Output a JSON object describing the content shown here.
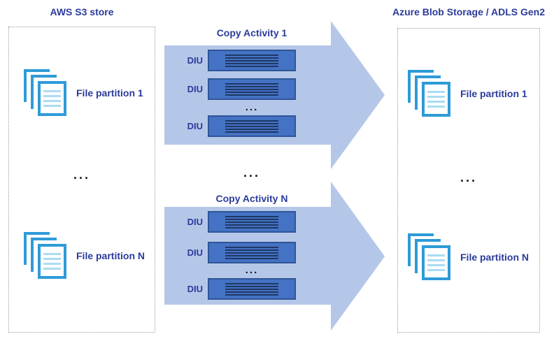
{
  "source_store": {
    "title": "AWS S3 store",
    "partitions": [
      "File partition 1",
      "File partition N"
    ],
    "ellipsis": "..."
  },
  "destination_store": {
    "title": "Azure Blob Storage / ADLS Gen2",
    "partitions": [
      "File partition 1",
      "File partition N"
    ],
    "ellipsis": "..."
  },
  "copy_activities": {
    "ellipsis": "...",
    "items": [
      {
        "title": "Copy Activity 1",
        "diu_labels": [
          "DIU",
          "DIU",
          "DIU"
        ],
        "ellipsis": "..."
      },
      {
        "title": "Copy Activity N",
        "diu_labels": [
          "DIU",
          "DIU",
          "DIU"
        ],
        "ellipsis": "..."
      }
    ]
  },
  "icons": {
    "file_stack": "file-stack-icon (stack of document pages with text lines)",
    "arrow": "right-block-arrow"
  },
  "colors": {
    "arrow_fill": "#b5c7e8",
    "diu_box_fill": "#4472c4",
    "diu_box_border": "#2f5597",
    "diu_line": "#1f3864",
    "text_blue": "#2b3b9a",
    "doc_icon_stroke": "#2e9bd8",
    "doc_icon_line": "#aadcf2",
    "box_border": "#9a9a9a"
  }
}
